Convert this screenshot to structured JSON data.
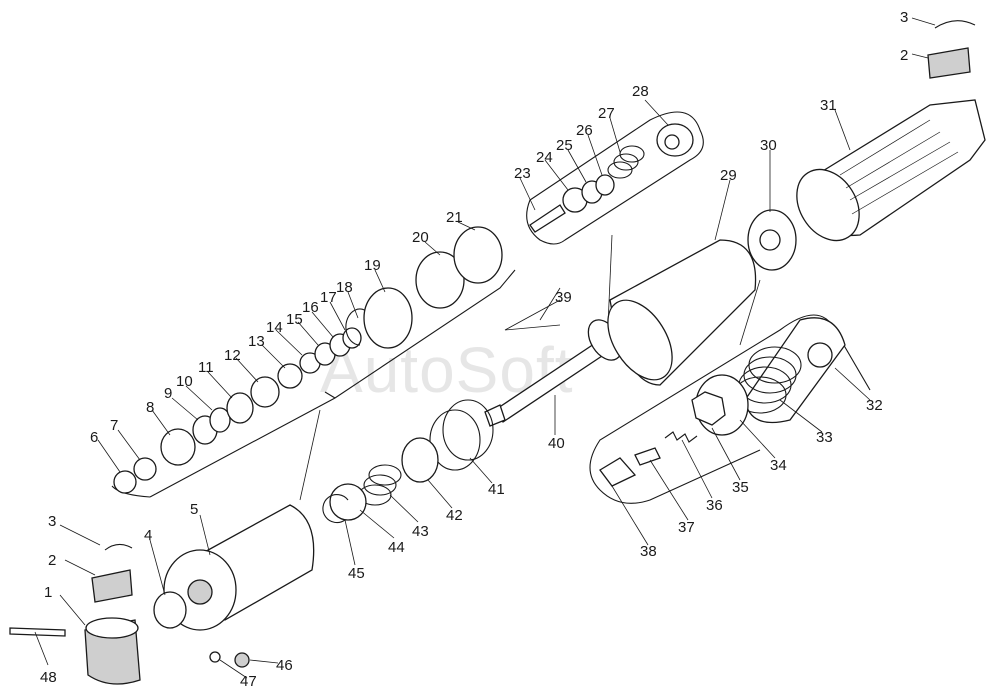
{
  "watermark": "AutoSoft",
  "callouts": [
    "1",
    "2",
    "3",
    "4",
    "5",
    "6",
    "7",
    "8",
    "9",
    "10",
    "11",
    "12",
    "13",
    "14",
    "15",
    "16",
    "17",
    "18",
    "19",
    "20",
    "21",
    "23",
    "24",
    "25",
    "26",
    "27",
    "28",
    "29",
    "30",
    "31",
    "32",
    "33",
    "34",
    "35",
    "36",
    "37",
    "38",
    "39",
    "40",
    "41",
    "42",
    "43",
    "44",
    "45",
    "46",
    "47",
    "48",
    "3",
    "2"
  ],
  "colors": {
    "line": "#1a1a1a",
    "paper": "#ffffff",
    "watermark": "#e6e6e6",
    "shade": "#cfcfcf"
  }
}
